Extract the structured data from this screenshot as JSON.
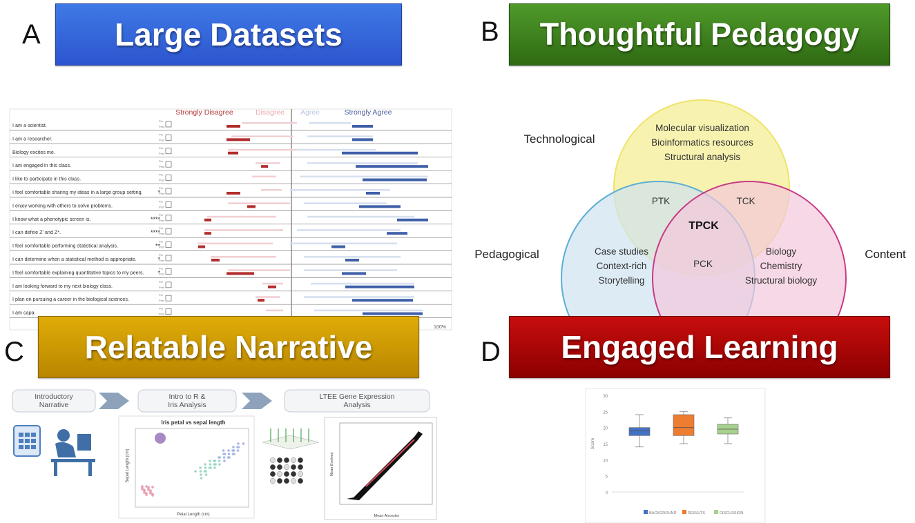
{
  "panels": {
    "a": {
      "letter": "A",
      "title": "Large Datasets"
    },
    "b": {
      "letter": "B",
      "title": "Thoughtful Pedagogy"
    },
    "c": {
      "letter": "C",
      "title": "Relatable Narrative"
    },
    "d": {
      "letter": "D",
      "title": "Engaged Learning"
    }
  },
  "survey": {
    "headers": [
      "Strongly Disagree",
      "Disagree",
      "Agree",
      "Strongly Agree"
    ],
    "header_colors": [
      "#b13a3a",
      "#e8a8ae",
      "#b9c9e6",
      "#4c5d9a"
    ],
    "pre_label": "Pre",
    "post_label": "Post",
    "axis_end": "100%",
    "statements": [
      "I am a scientist.",
      "I am a researcher.",
      "Biology excites me.",
      "I am engaged in this class.",
      "I like to participate in this class.",
      "I feel comfortable sharing my ideas in a large group setting.",
      "I enjoy working with others to solve problems.",
      "I know what a phenotypic screen is.",
      "I can define Z' and Z*.",
      "I feel comfortable performing statistical analysis.",
      "I can determine when a statistical method is appropriate.",
      "I feel comfortable explaining quantitative topics to my peers.",
      "I am looking forward to my next biology class.",
      "I plan on pursuing a career in the biological sciences.",
      "I am capa"
    ],
    "sig": [
      "",
      "",
      "",
      "",
      "",
      "*",
      "",
      "****",
      "****",
      "**",
      "*",
      "*",
      "",
      "",
      ""
    ]
  },
  "venn": {
    "outside_labels": {
      "technological": "Technological",
      "pedagogical": "Pedagogical",
      "content": "Content"
    },
    "technological_items": [
      "Molecular visualization",
      "Bioinformatics resources",
      "Structural analysis"
    ],
    "pedagogical_items": [
      "Case studies",
      "Context-rich",
      "Storytelling"
    ],
    "content_items": [
      "Biology",
      "Chemistry",
      "Structural biology"
    ],
    "ptk": "PTK",
    "tck": "TCK",
    "pck": "PCK",
    "tpck": "TPCK",
    "colors": {
      "technological": "#f6f0a2",
      "pedagogical": "#cfe3f0",
      "content": "#f3c8dc"
    }
  },
  "workflow": {
    "steps": [
      "Introductory\nNarrative",
      "Intro to R &\nIris Analysis",
      "LTEE Gene Expression\nAnalysis"
    ],
    "iris_title": "Iris petal vs sepal length",
    "iris_xlabel": "Petal Length (cm)",
    "iris_ylabel": "Sepal Length (cm)",
    "ltee_xlabel": "Mean Ancestor",
    "ltee_ylabel": "Mean Evolved"
  },
  "chart_data": {
    "type": "boxplot",
    "ylabel": "Score",
    "ylim": [
      0,
      30
    ],
    "yticks": [
      0,
      5,
      10,
      15,
      20,
      25,
      30
    ],
    "legend_position": "bottom",
    "categories": [
      "BACKGROUND",
      "RESULTS",
      "DISCUSSION"
    ],
    "colors": [
      "#4472c4",
      "#ed7d31",
      "#a9d18e"
    ],
    "boxes": [
      {
        "name": "BACKGROUND",
        "min": 14,
        "q1": 17.5,
        "median": 19,
        "q3": 20,
        "max": 24
      },
      {
        "name": "RESULTS",
        "min": 15,
        "q1": 17.5,
        "median": 20,
        "q3": 24,
        "max": 25
      },
      {
        "name": "DISCUSSION",
        "min": 15,
        "q1": 18,
        "median": 19.5,
        "q3": 21,
        "max": 23
      }
    ]
  }
}
